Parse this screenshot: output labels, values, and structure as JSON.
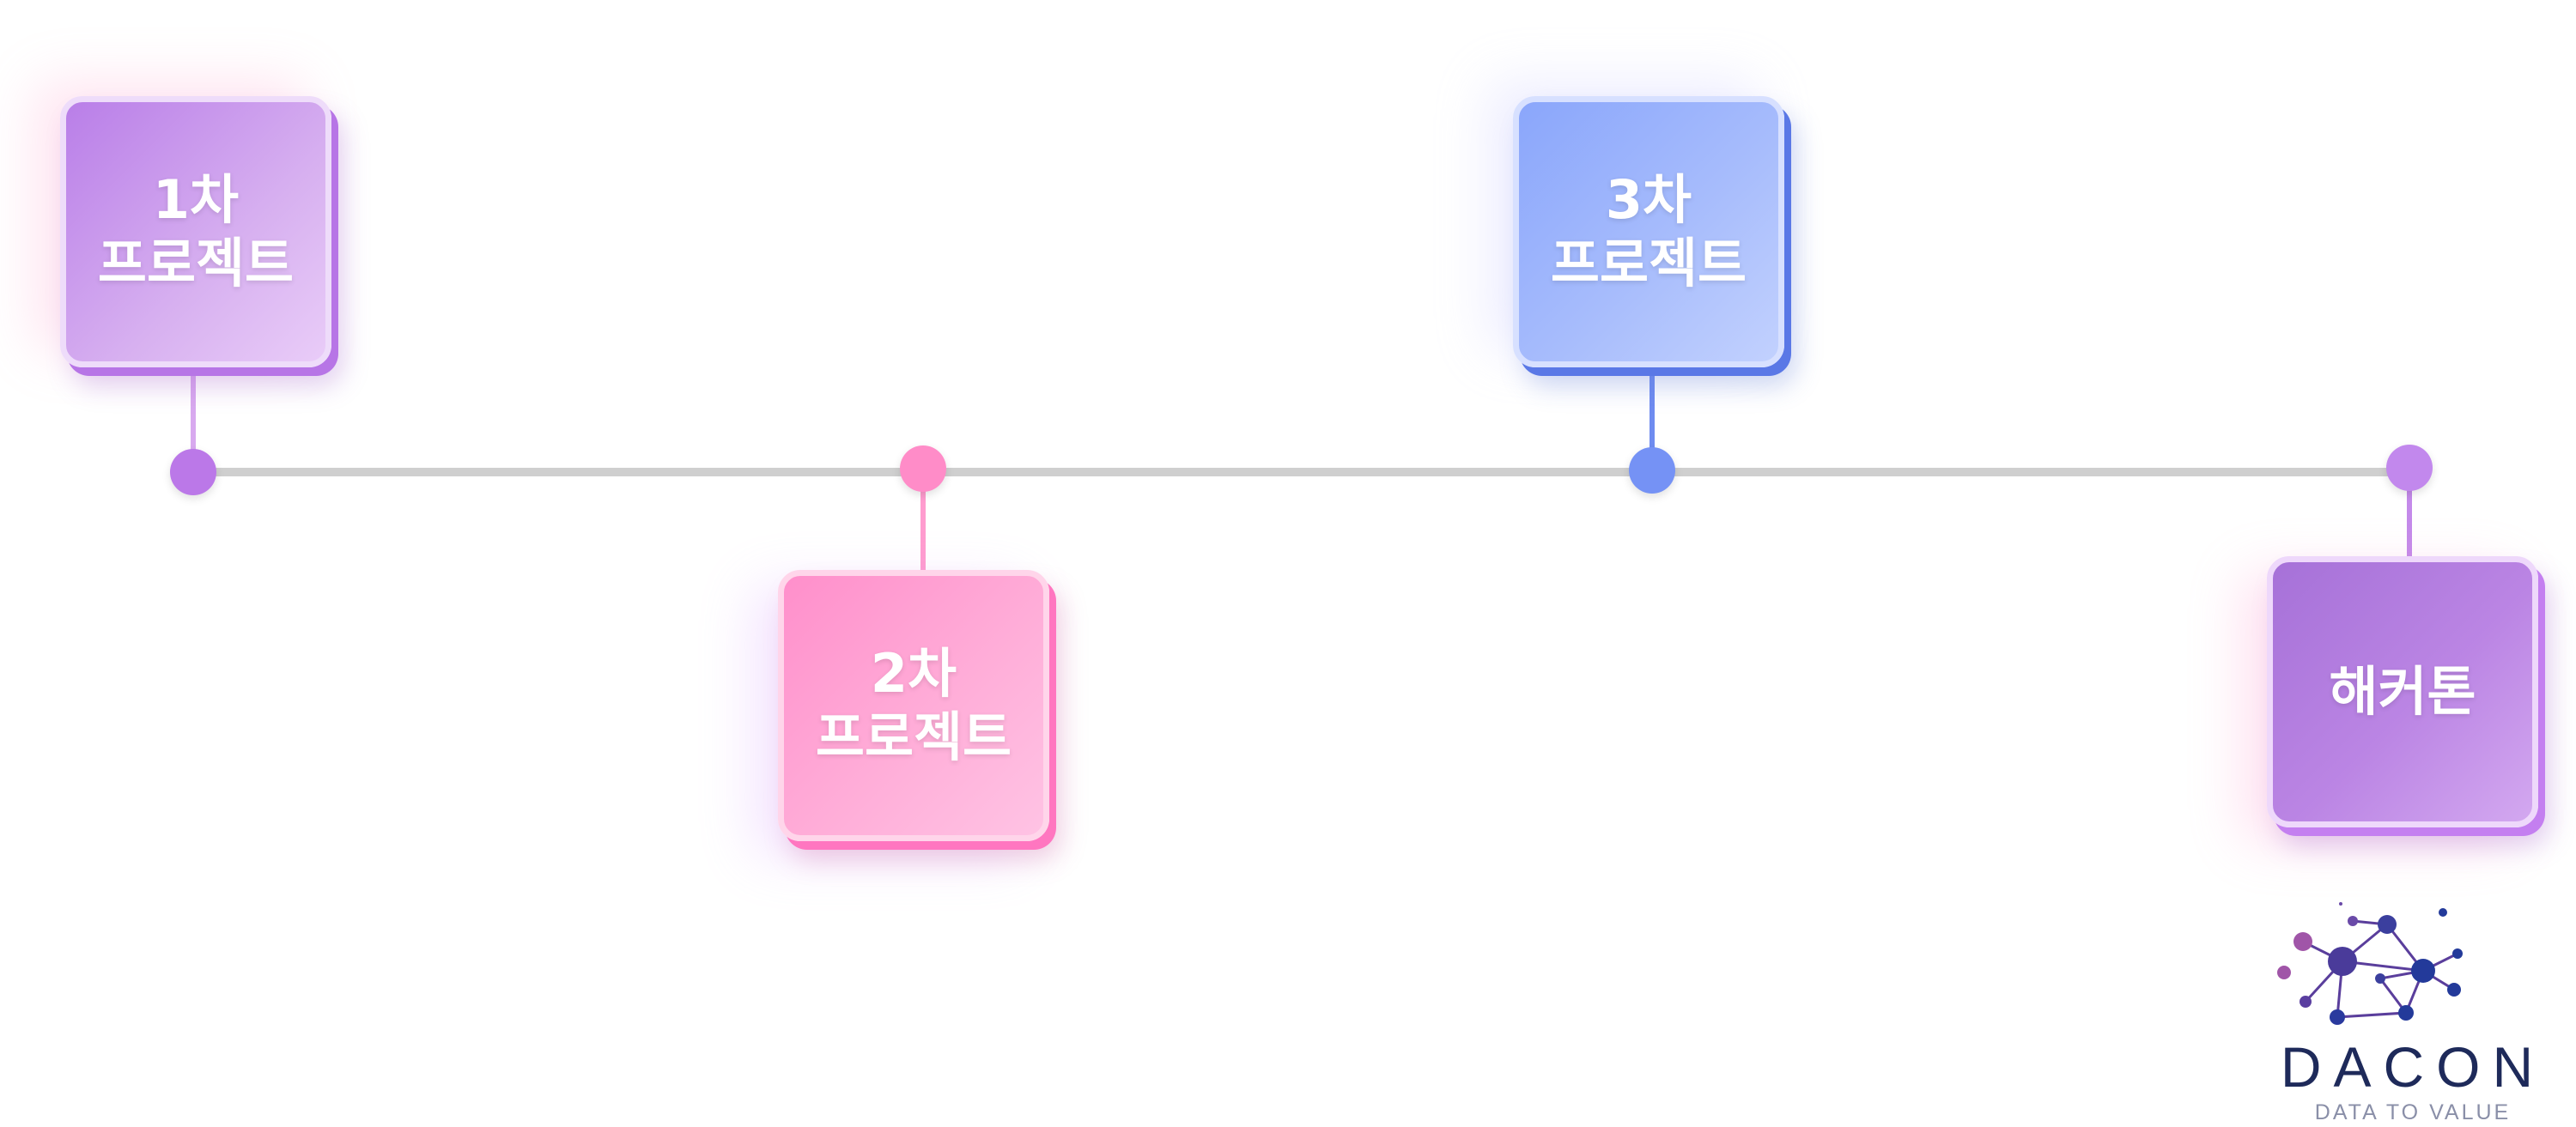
{
  "timeline": {
    "steps": [
      {
        "label": "1차\n프로젝트",
        "color": "#b97ee8"
      },
      {
        "label": "2차\n프로젝트",
        "color": "#ff8fcb"
      },
      {
        "label": "3차\n프로젝트",
        "color": "#8aa6fb"
      },
      {
        "label": "해커톤",
        "color": "#a671d8"
      }
    ],
    "line_color": "#cfcfcf"
  },
  "logo": {
    "name": "DACON",
    "tagline": "DATA TO VALUE",
    "icon": "network-nodes-icon"
  }
}
